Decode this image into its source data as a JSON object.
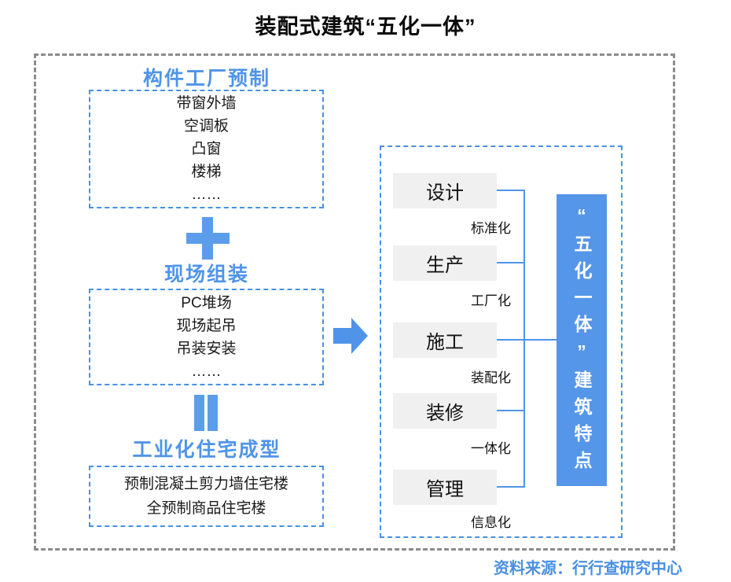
{
  "title": "装配式建筑“五化一体”",
  "source": "资料来源：行行查研究中心",
  "colors": {
    "accent_blue": "#4f94e8",
    "dashed_blue_border": "#4a90e2",
    "outer_gray_border": "#8c8c8c",
    "stage_box_bg": "#f0f0f0",
    "result_box_bg": "#5596e8"
  },
  "left_flow": {
    "steps": [
      {
        "heading": "构件工厂预制",
        "items": [
          "带窗外墙",
          "空调板",
          "凸窗",
          "楼梯",
          "……"
        ]
      },
      {
        "heading": "现场组装",
        "items": [
          "PC堆场",
          "现场起吊",
          "吊装安装",
          "……"
        ]
      },
      {
        "heading": "工业化住宅成型",
        "items": [
          "预制混凝土剪力墙住宅楼",
          "全预制商品住宅楼"
        ]
      }
    ],
    "operators": {
      "first": "plus",
      "second": "equals"
    }
  },
  "right_panel": {
    "stages": [
      {
        "label": "设计",
        "tag": "标准化"
      },
      {
        "label": "生产",
        "tag": "工厂化"
      },
      {
        "label": "施工",
        "tag": "装配化"
      },
      {
        "label": "装修",
        "tag": "一体化"
      },
      {
        "label": "管理",
        "tag": "信息化"
      }
    ],
    "result": "“五化一体”建筑特点"
  }
}
